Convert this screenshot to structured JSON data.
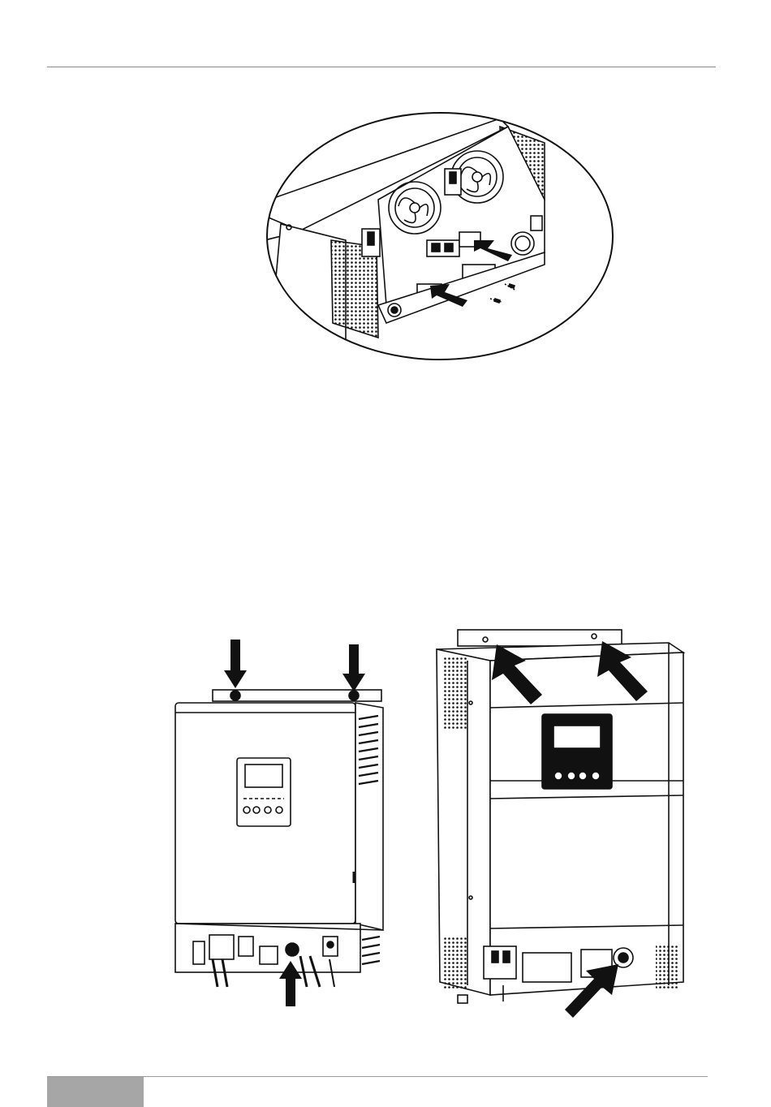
{
  "page": {
    "footer_text": ""
  },
  "figures": [
    {
      "id": "fig-detail",
      "icon": "inverter-cable-cover-detail-illustration"
    },
    {
      "id": "fig-left",
      "icon": "inverter-front-view-illustration"
    },
    {
      "id": "fig-right",
      "icon": "inverter-angled-view-illustration"
    }
  ],
  "colors": {
    "ink": "#111111",
    "rule": "#8a8a8a",
    "footer_tab": "#a6a6a6"
  }
}
